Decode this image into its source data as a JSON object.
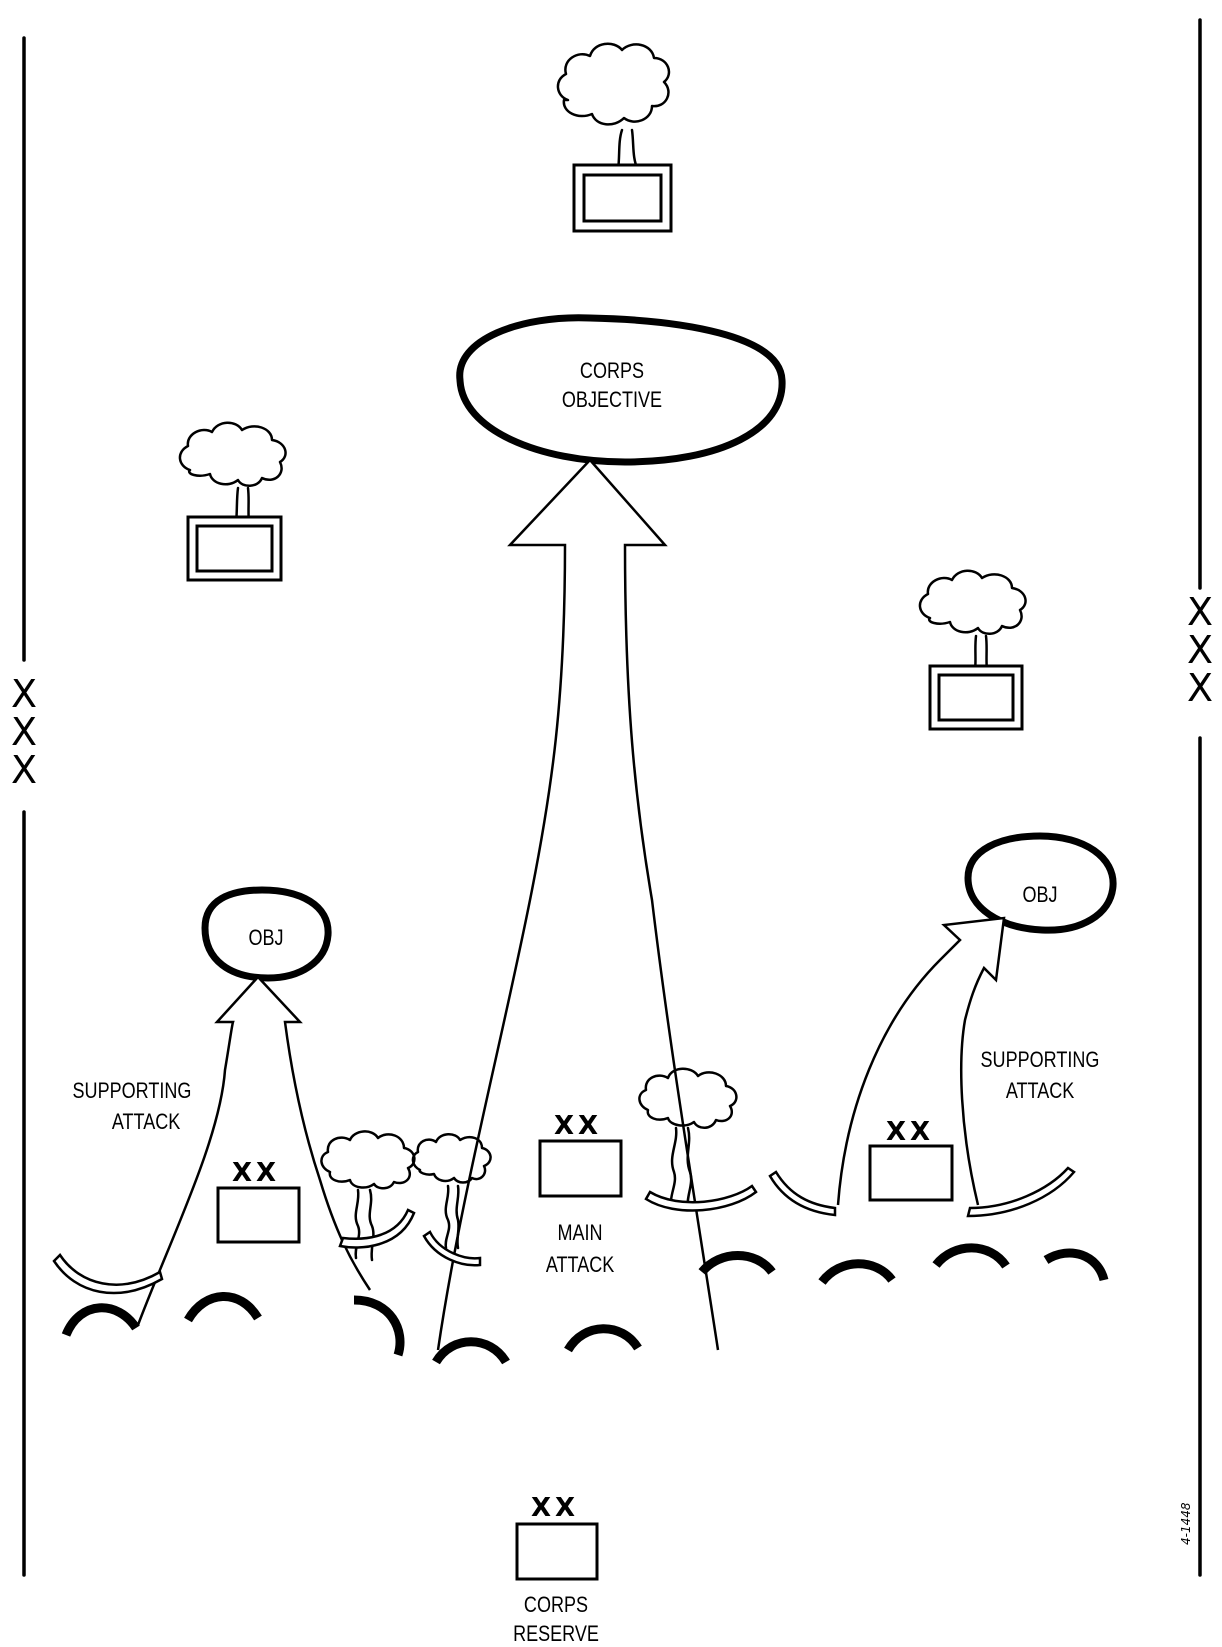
{
  "boundary": {
    "symbol": "XXX"
  },
  "corps_objective": {
    "line1": "CORPS",
    "line2": "OBJECTIVE"
  },
  "objectives": {
    "left": "OBJ",
    "right": "OBJ"
  },
  "attacks": {
    "left_line1": "SUPPORTING",
    "left_line2": "ATTACK",
    "right_line1": "SUPPORTING",
    "right_line2": "ATTACK",
    "main_line1": "MAIN",
    "main_line2": "ATTACK"
  },
  "units": {
    "division_symbol": "XX"
  },
  "reserve": {
    "line1": "CORPS",
    "line2": "RESERVE"
  },
  "figure_code": "4-1448"
}
